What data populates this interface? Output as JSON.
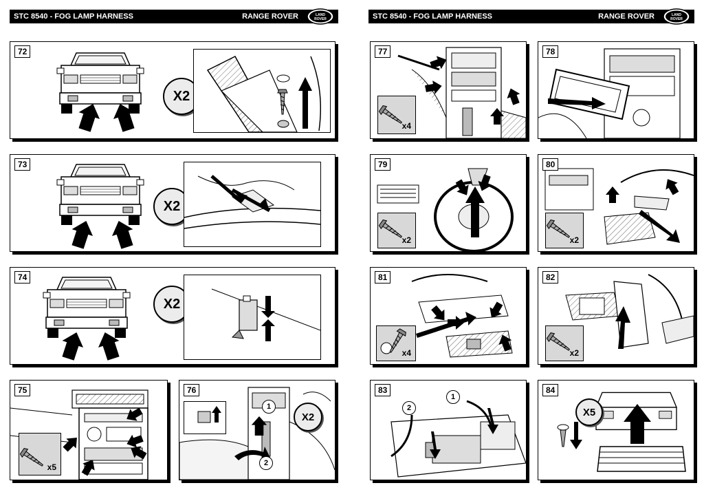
{
  "header_left": {
    "title": "STC 8540 - FOG LAMP HARNESS",
    "brand": "RANGE ROVER",
    "logo_text": "LAND ROVER"
  },
  "header_right": {
    "title": "STC 8540 - FOG LAMP HARNESS",
    "brand": "RANGE ROVER",
    "logo_text": "LAND ROVER"
  },
  "steps": {
    "s72": {
      "number": "72",
      "multiplier": "X2"
    },
    "s73": {
      "number": "73",
      "multiplier": "X2"
    },
    "s74": {
      "number": "74",
      "multiplier": "X2"
    },
    "s75": {
      "number": "75",
      "qty": "x5"
    },
    "s76": {
      "number": "76",
      "multiplier": "X2",
      "callout1": "1",
      "callout2": "2"
    },
    "s77": {
      "number": "77",
      "qty": "x4"
    },
    "s78": {
      "number": "78"
    },
    "s79": {
      "number": "79",
      "qty": "x2"
    },
    "s80": {
      "number": "80",
      "qty": "x2"
    },
    "s81": {
      "number": "81",
      "qty": "x4"
    },
    "s82": {
      "number": "82",
      "qty": "x2"
    },
    "s83": {
      "number": "83",
      "callout1": "1",
      "callout2": "2"
    },
    "s84": {
      "number": "84",
      "multiplier": "X5"
    }
  }
}
